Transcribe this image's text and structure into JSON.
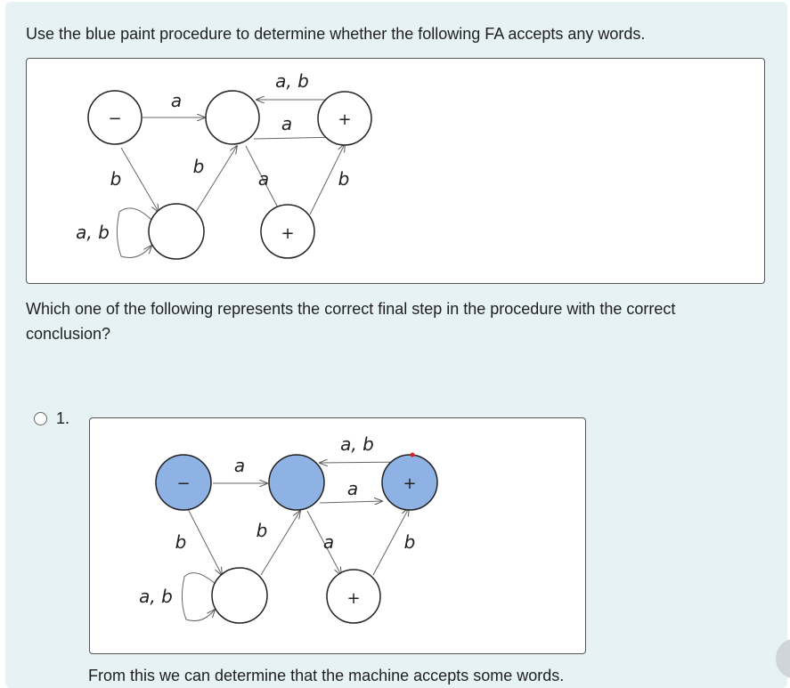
{
  "prompt": "Use the blue paint procedure to determine whether the following FA accepts any words.",
  "question": "Which one of the following represents the correct final step in the procedure with the correct conclusion?",
  "option1": {
    "number": "1.",
    "conclusion": "From this we can determine that the machine accepts some words."
  },
  "fa": {
    "start_symbol": "−",
    "final_symbol": "+",
    "edge_labels": {
      "start_to_top": "a",
      "final_back": "a, b",
      "top_to_final": "a",
      "start_to_bottom": "b",
      "loop": "a, b",
      "bottom_to_top": "b",
      "top_to_bottomfinal": "a",
      "bottomfinal_to_final": "b"
    }
  },
  "colors": {
    "panel": "#e7f2f4",
    "paint": "#8fb2e4",
    "marker": "#e02020"
  }
}
